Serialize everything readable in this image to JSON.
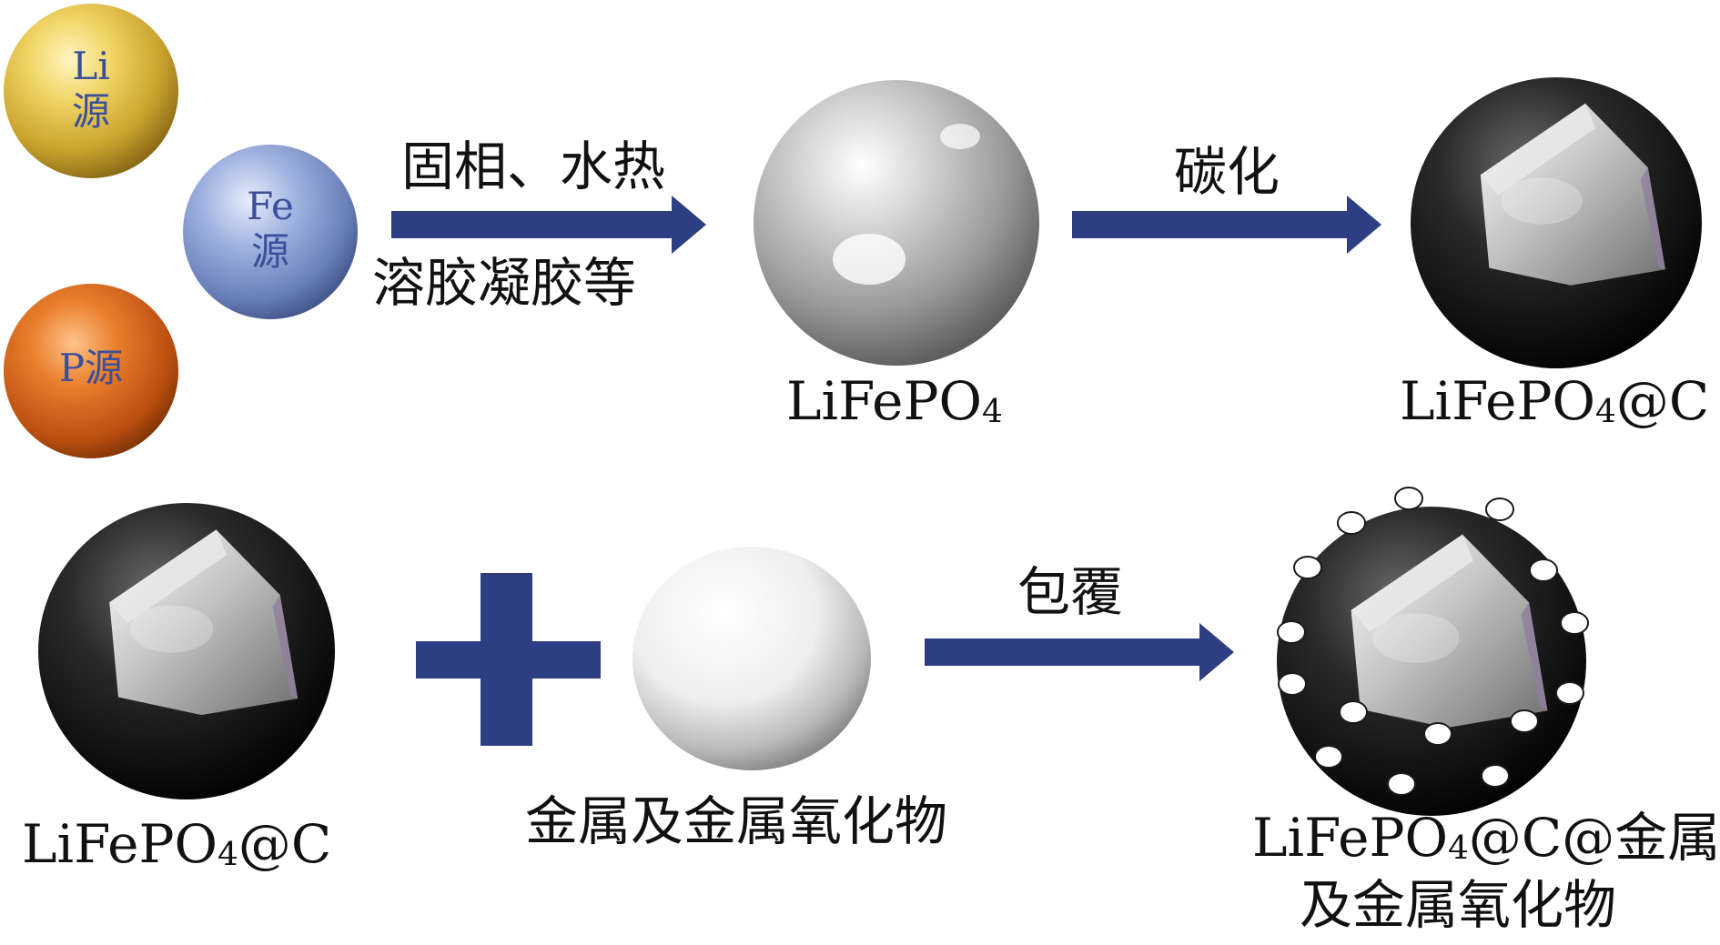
{
  "sources": {
    "li": {
      "line1": "Li",
      "line2": "源"
    },
    "fe": {
      "line1": "Fe",
      "line2": "源"
    },
    "p": {
      "line1": "P源"
    }
  },
  "arrows": {
    "step1_top": "固相、水热",
    "step1_bottom": "溶胶凝胶等",
    "step2": "碳化",
    "step3": "包覆"
  },
  "products": {
    "lfp_main": "LiFePO",
    "lfp_sub": "4",
    "lfp_c_main": "LiFePO",
    "lfp_c_sub": "4",
    "lfp_c_suffix": "@C",
    "left_lfp_c_main": "LiFePO",
    "left_lfp_c_sub": "4",
    "left_lfp_c_suffix": "@C",
    "metal_oxide": "金属及金属氧化物",
    "final_main": "LiFePO",
    "final_sub": "4",
    "final_suffix": "@C@金属",
    "final_line2": "及金属氧化物"
  },
  "colors": {
    "arrow": "#2e3e82",
    "gold": "#e8c846",
    "blue": "#8fa4d6",
    "orange": "#d96a1c",
    "source_text": "#3b4f9a"
  }
}
